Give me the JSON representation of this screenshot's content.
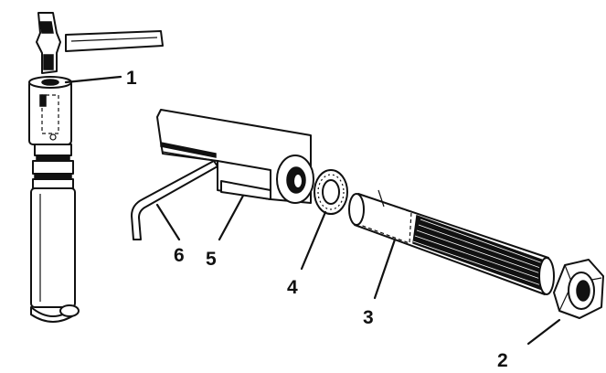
{
  "callouts": {
    "c1": "1",
    "c2": "2",
    "c3": "3",
    "c4": "4",
    "c5": "5",
    "c6": "6"
  },
  "colors": {
    "ink": "#111111",
    "paper": "#ffffff"
  }
}
